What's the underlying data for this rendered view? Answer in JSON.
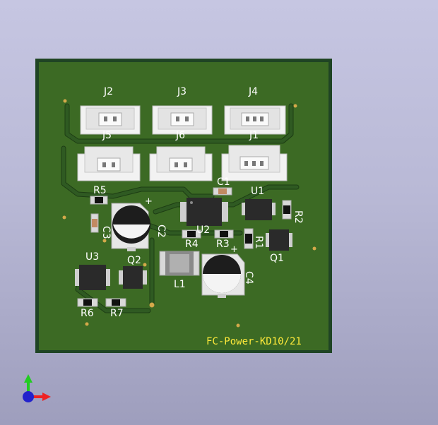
{
  "board": {
    "title_text": "FC-Power-KD10/21",
    "colors": {
      "background_top": "#c6c6e2",
      "board_edge": "#1f4424",
      "solder_mask": "#3c6a24",
      "silkscreen": "#ffffff",
      "board_title": "#ffea3a",
      "pad_gold": "#d4a94a",
      "connector_body": "#f2f2f2",
      "ic_body": "#2a2a2a",
      "cap_body": "#e6e6e6",
      "cap_top_dark": "#1d1d1d"
    }
  },
  "components": {
    "J2": "J2",
    "J3": "J3",
    "J4": "J4",
    "J5": "J5",
    "J6": "J6",
    "J1": "J1",
    "R5": "R5",
    "C3": "C3",
    "C2": "C2",
    "C1": "C1",
    "U1": "U1",
    "R2": "R2",
    "U2": "U2",
    "R4": "R4",
    "R3": "R3",
    "R1": "R1",
    "Q1": "Q1",
    "C4": "C4",
    "L1": "L1",
    "U3": "U3",
    "Q2": "Q2",
    "R6": "R6",
    "R7": "R7"
  },
  "polarity_mark": "+",
  "axes_gizmo": {
    "colors": {
      "y": "#22cc22",
      "x": "#ee2222",
      "z": "#2222cc"
    },
    "icon": "xyz-axes-icon"
  }
}
